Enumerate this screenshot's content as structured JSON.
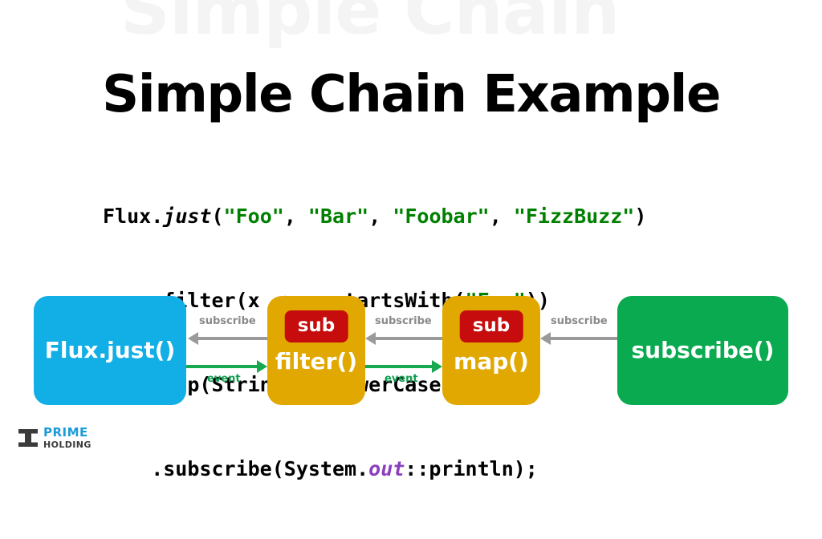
{
  "slide": {
    "background_color": "#ffffff",
    "ghost_title": "Simple Chain",
    "ghost_title_color": "#f4f4f4",
    "title": "Simple Chain Example",
    "title_color": "#000000"
  },
  "code": {
    "language": "java",
    "string_color": "#008000",
    "field_color": "#8b3fbd",
    "text_color": "#000000",
    "lines": [
      {
        "tokens": [
          {
            "t": "Flux.",
            "k": "plain"
          },
          {
            "t": "just",
            "k": "italic"
          },
          {
            "t": "(",
            "k": "plain"
          },
          {
            "t": "\"Foo\"",
            "k": "string"
          },
          {
            "t": ", ",
            "k": "plain"
          },
          {
            "t": "\"Bar\"",
            "k": "string"
          },
          {
            "t": ", ",
            "k": "plain"
          },
          {
            "t": "\"Foobar\"",
            "k": "string"
          },
          {
            "t": ", ",
            "k": "plain"
          },
          {
            "t": "\"FizzBuzz\"",
            "k": "string"
          },
          {
            "t": ")",
            "k": "plain"
          }
        ]
      },
      {
        "tokens": [
          {
            "t": "    .filter(x -> x.startsWith(",
            "k": "plain"
          },
          {
            "t": "\"Foo\"",
            "k": "string"
          },
          {
            "t": "))",
            "k": "plain"
          }
        ]
      },
      {
        "tokens": [
          {
            "t": "    .map(String::toLowerCase)",
            "k": "plain"
          }
        ]
      },
      {
        "tokens": [
          {
            "t": "    .subscribe(System.",
            "k": "plain"
          },
          {
            "t": "out",
            "k": "field"
          },
          {
            "t": "::println);",
            "k": "plain"
          }
        ]
      }
    ]
  },
  "diagram": {
    "nodes": [
      {
        "id": "flux",
        "label": "Flux.just()",
        "color": "#12AEE6",
        "badge": null
      },
      {
        "id": "filter",
        "label": "filter()",
        "color": "#E0A800",
        "badge": "sub"
      },
      {
        "id": "map",
        "label": "map()",
        "color": "#E0A800",
        "badge": "sub"
      },
      {
        "id": "subscribe",
        "label": "subscribe()",
        "color": "#0AAA50",
        "badge": null
      }
    ],
    "badge_color": "#C60C0C",
    "arrows": [
      {
        "id": "sub-1",
        "label": "subscribe",
        "direction": "left",
        "color": "#9a9a9a"
      },
      {
        "id": "event-1",
        "label": "event",
        "direction": "right",
        "color": "#17a94f"
      },
      {
        "id": "sub-2",
        "label": "subscribe",
        "direction": "left",
        "color": "#9a9a9a"
      },
      {
        "id": "event-2",
        "label": "event",
        "direction": "right",
        "color": "#17a94f"
      },
      {
        "id": "sub-3",
        "label": "subscribe",
        "direction": "left",
        "color": "#9a9a9a"
      }
    ]
  },
  "logo": {
    "brand": "PRIME",
    "sub_brand": "HOLDING",
    "brand_color": "#1B9CD8",
    "sub_brand_color": "#3B3B3B",
    "mark_color": "#3B3B3B"
  }
}
